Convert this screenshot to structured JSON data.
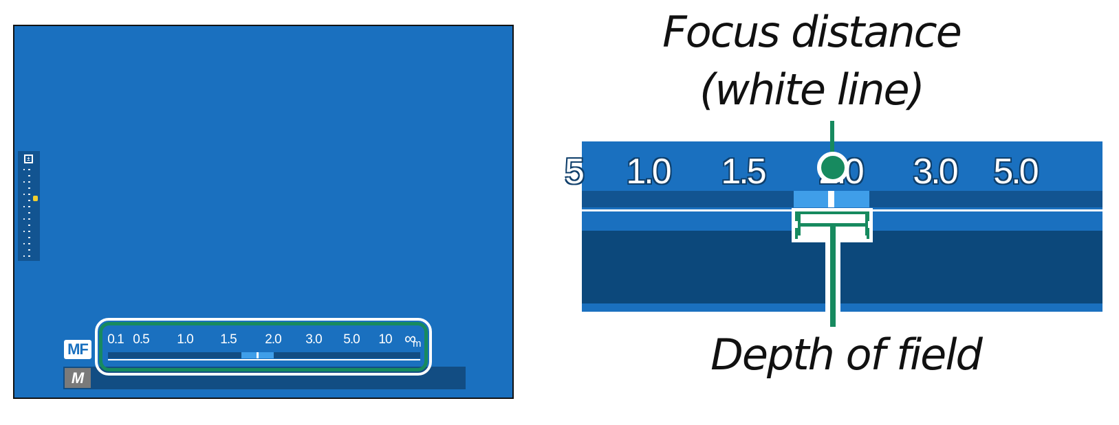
{
  "screen": {
    "mode_badge": "MF",
    "exposure_mode": "M",
    "exposure_icon": "exposure-compensation-icon",
    "distance_scale": {
      "labels": [
        "0.1",
        "0.5",
        "1.0",
        "1.5",
        "2.0",
        "3.0",
        "5.0",
        "10"
      ],
      "infinity_symbol": "∞",
      "unit": "m"
    }
  },
  "detail": {
    "focus_caption_line1": "Focus distance",
    "focus_caption_line2": "(white line)",
    "dof_caption": "Depth of field",
    "scale_labels": [
      "5",
      "1.0",
      "1.5",
      "2.0",
      "3.0",
      "5.0"
    ]
  },
  "colors": {
    "screen_blue": "#1a70bf",
    "dark_blue": "#0c487b",
    "dof_light_blue": "#3f9ee9",
    "callout_green": "#178a5f",
    "exposure_marker_yellow": "#f2cf2e"
  }
}
